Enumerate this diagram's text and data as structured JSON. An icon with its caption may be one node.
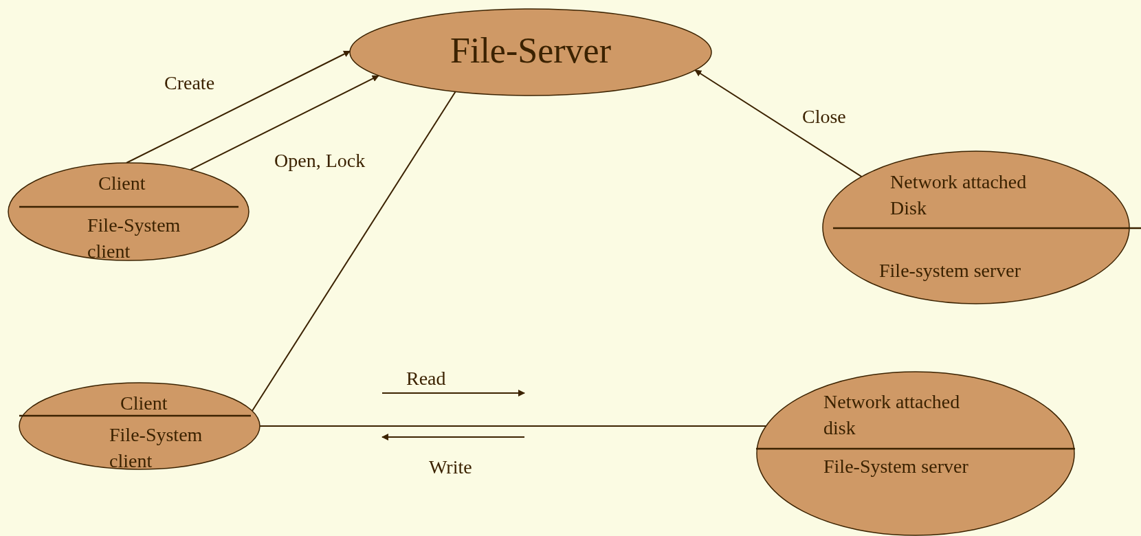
{
  "diagram": {
    "nodes": [
      {
        "text": [
          "File-Server"
        ]
      },
      {
        "text": [
          "Client",
          "File-System client"
        ]
      },
      {
        "text": [
          "Client",
          "File-System client"
        ]
      },
      {
        "text": [
          "Network attached Disk",
          "File-system server"
        ]
      },
      {
        "text": [
          "Network attached disk",
          "File-System server"
        ]
      }
    ],
    "edges": [
      {
        "from": 1,
        "to": 0,
        "arrow": "to",
        "label": "Create"
      },
      {
        "from": 1,
        "to": 0,
        "arrow": "to",
        "label": "Open, Lock"
      },
      {
        "from": 3,
        "to": 0,
        "arrow": "to",
        "label": "Close"
      },
      {
        "from": 2,
        "to": 0,
        "arrow": "none"
      },
      {
        "from": 2,
        "to": 4,
        "arrow": "none"
      }
    ],
    "labels": [
      "Read",
      "Write"
    ]
  }
}
